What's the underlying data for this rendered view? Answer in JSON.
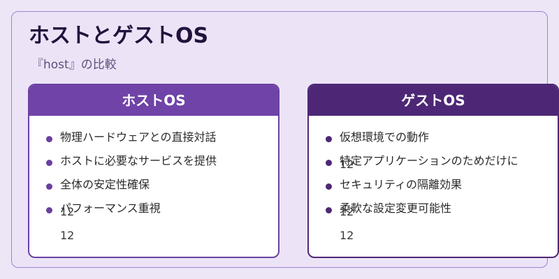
{
  "header": {
    "title": "ホストとゲストOS",
    "subtitle": "『host』の比較"
  },
  "cards": [
    {
      "title": "ホストOS",
      "items": [
        "物理ハードウェアとの直接対話",
        "ホストに必要なサービスを提供",
        "全体の安定性確保",
        "パフォーマンス重視"
      ],
      "overlay_numbers": [
        "12",
        "12"
      ]
    },
    {
      "title": "ゲストOS",
      "items": [
        "仮想環境での動作",
        "特定アプリケーションのためだけに",
        "セキュリティの隔離効果",
        "柔軟な設定変更可能性"
      ],
      "overlay_numbers": [
        "12",
        "12",
        "12"
      ]
    }
  ],
  "colors": {
    "background": "#ede6f7",
    "host_accent": "#6f43a7",
    "guest_accent": "#4d2776",
    "title_text": "#22123d"
  }
}
